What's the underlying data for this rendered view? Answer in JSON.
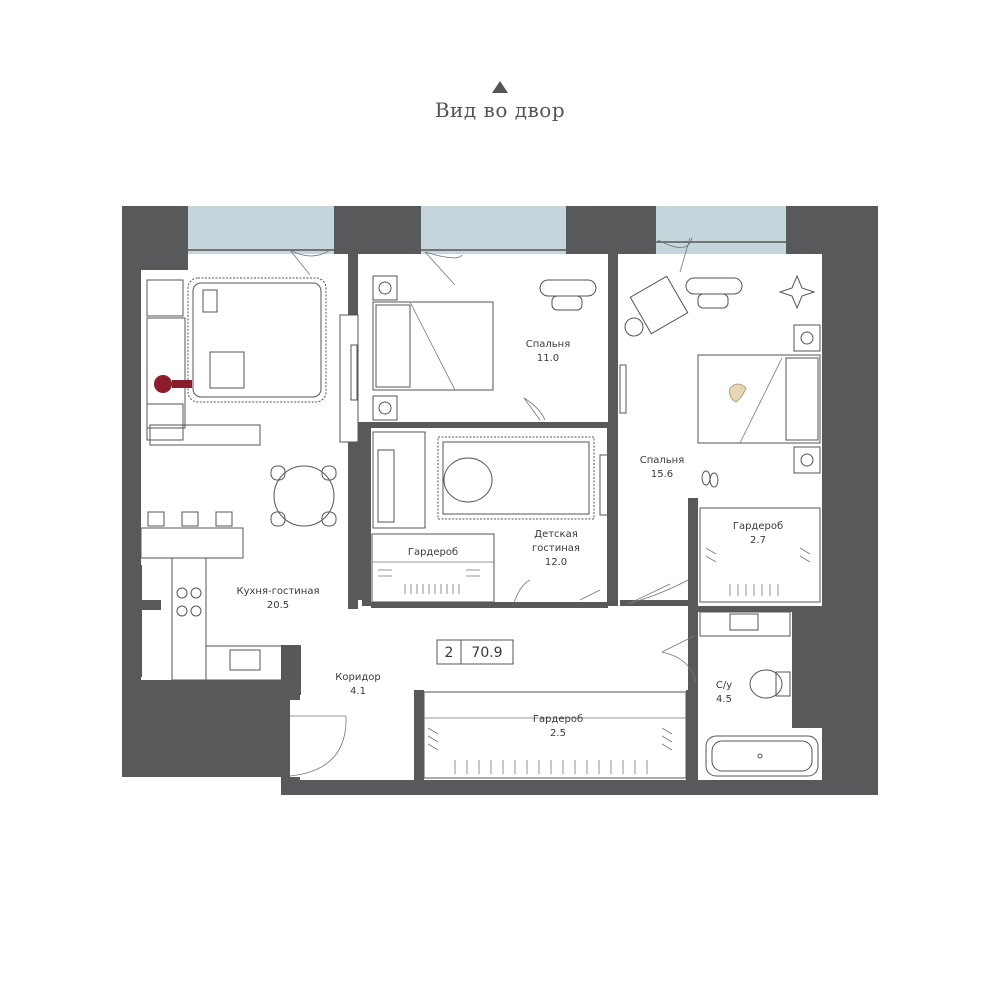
{
  "header": {
    "view_label": "Вид во двор"
  },
  "apartment": {
    "rooms_count": "2",
    "total_area": "70.9"
  },
  "rooms": {
    "living": {
      "name": "Кухня-гостиная",
      "area": "20.5"
    },
    "bedroom1": {
      "name": "Спальня",
      "area": "11.0"
    },
    "bedroom2": {
      "name": "Спальня",
      "area": "15.6"
    },
    "kids": {
      "name_line1": "Детская",
      "name_line2": "гостиная",
      "area": "12.0"
    },
    "wardrobe_kids": {
      "name": "Гардероб"
    },
    "wardrobe_bed": {
      "name": "Гардероб",
      "area": "2.7"
    },
    "bathroom": {
      "name": "С/у",
      "area": "4.5"
    },
    "corridor": {
      "name": "Коридор",
      "area": "4.1"
    },
    "wardrobe_hall": {
      "name": "Гардероб",
      "area": "2.5"
    }
  },
  "colors": {
    "wall": "#58595b",
    "window": "#c4d6dc",
    "line": "#555555",
    "accent": "#8b1c2c"
  }
}
